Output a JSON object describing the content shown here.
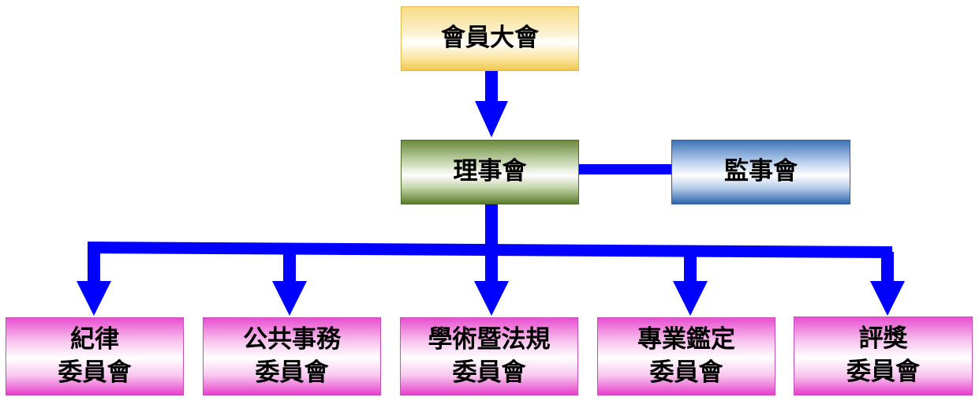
{
  "nodes": {
    "assembly": "會員大會",
    "board": "理事會",
    "supervisors": "監事會"
  },
  "committees": [
    {
      "line1": "紀律",
      "line2": "委員會"
    },
    {
      "line1": "公共事務",
      "line2": "委員會"
    },
    {
      "line1": "學術暨法規",
      "line2": "委員會"
    },
    {
      "line1": "專業鑑定",
      "line2": "委員會"
    },
    {
      "line1": "評獎",
      "line2": "委員會"
    }
  ],
  "colors": {
    "connector": "#0000ff",
    "assembly_fill": "#fbe7a6",
    "board_fill": "#6b8a3c",
    "supervisors_fill": "#3d74b8",
    "committee_fill": "#e84fd0"
  }
}
